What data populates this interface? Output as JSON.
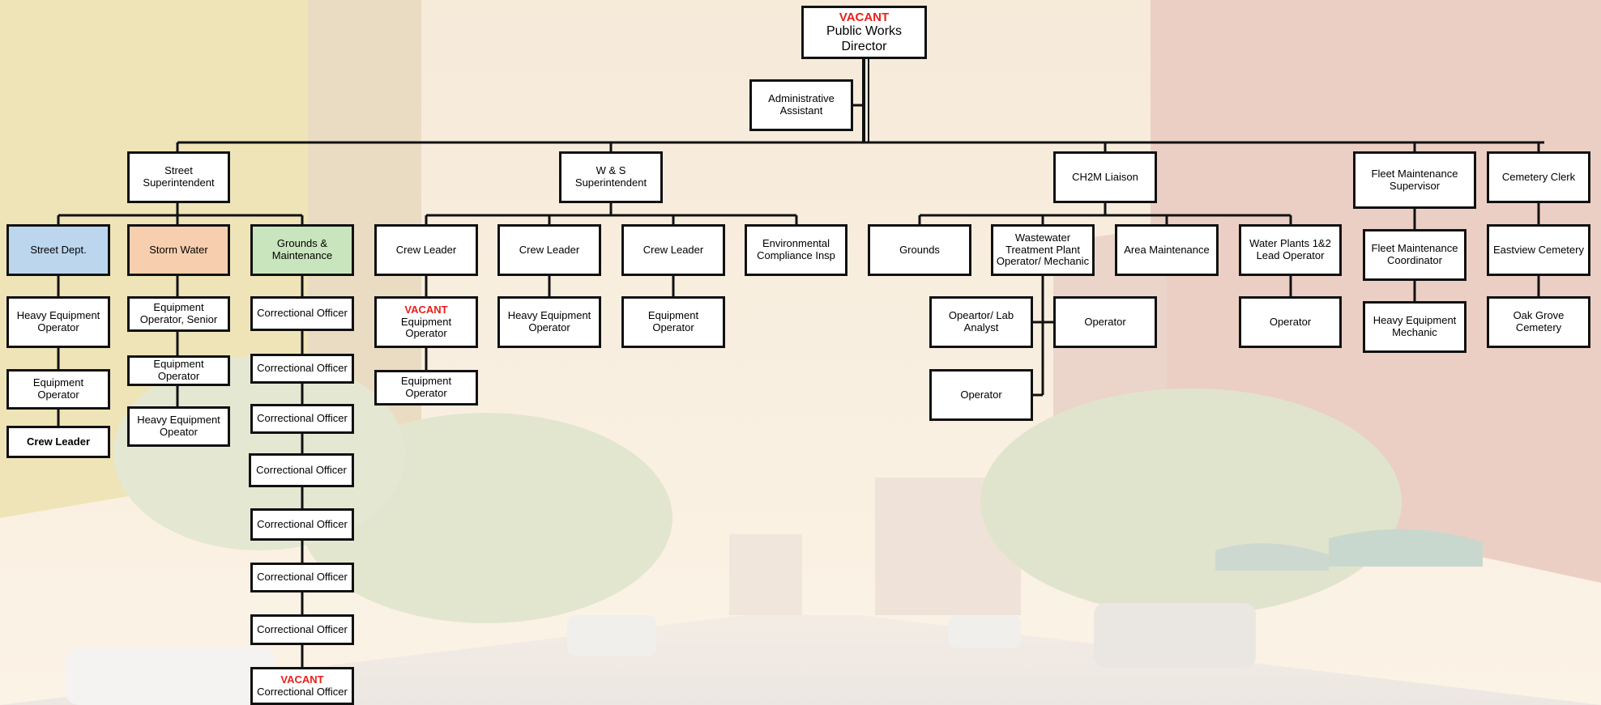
{
  "colors": {
    "street_dept": "#bcd6ee",
    "storm_water": "#f7cfae",
    "grounds": "#c9e5bd",
    "vacant": "#e8201b",
    "line": "#111111"
  },
  "nodes": {
    "director": {
      "status": "VACANT",
      "title": "Public Works Director"
    },
    "admin_assistant": {
      "title": "Administrative Assistant"
    },
    "street_superintendent": {
      "title": "Street Superintendent"
    },
    "ws_superintendent": {
      "title": "W & S Superintendent"
    },
    "ch2m_liaison": {
      "title": "CH2M Liaison"
    },
    "fleet_supervisor": {
      "title": "Fleet Maintenance Supervisor"
    },
    "cemetery_clerk": {
      "title": "Cemetery Clerk"
    },
    "street_dept": {
      "title": "Street Dept."
    },
    "storm_water": {
      "title": "Storm Water"
    },
    "grounds_maintenance": {
      "title": "Grounds & Maintenance"
    },
    "sd_heavy_eq_operator": {
      "title": "Heavy Equipment Operator"
    },
    "sd_equipment_operator": {
      "title": "Equipment Operator"
    },
    "sd_crew_leader": {
      "title": "Crew Leader"
    },
    "sw_eq_operator_senior": {
      "title": "Equipment Operator, Senior"
    },
    "sw_equipment_operator": {
      "title": "Equipment Operator"
    },
    "sw_heavy_eq_operator": {
      "title": "Heavy Equipment Opeator"
    },
    "co_1": {
      "title": "Correctional Officer"
    },
    "co_2": {
      "title": "Correctional Officer"
    },
    "co_3": {
      "title": "Correctional Officer"
    },
    "co_4": {
      "title": "Correctional Officer"
    },
    "co_5": {
      "title": "Correctional Officer"
    },
    "co_6": {
      "title": "Correctional Officer"
    },
    "co_7": {
      "title": "Correctional Officer"
    },
    "co_8": {
      "status": "VACANT",
      "title": "Correctional Officer"
    },
    "ws_crew_leader_1": {
      "title": "Crew Leader"
    },
    "ws_crew_leader_2": {
      "title": "Crew Leader"
    },
    "ws_crew_leader_3": {
      "title": "Crew Leader"
    },
    "env_compliance": {
      "title": "Environmental Compliance Insp"
    },
    "cl1_equipment_operator_vacant": {
      "status": "VACANT",
      "title": "Equipment Operator"
    },
    "cl1_equipment_operator": {
      "title": "Equipment Operator"
    },
    "cl2_heavy_eq_operator": {
      "title": "Heavy Equipment Operator"
    },
    "cl3_equipment_operator": {
      "title": "Equipment Operator"
    },
    "grounds": {
      "title": "Grounds"
    },
    "wastewater_operator": {
      "title": "Wastewater Treatment Plant Operator/ Mechanic"
    },
    "area_maintenance": {
      "title": "Area Maintenance"
    },
    "water_plants_lead": {
      "title": "Water Plants 1&2 Lead Operator"
    },
    "lab_analyst": {
      "title": "Opeartor/ Lab Analyst"
    },
    "ww_operator_1": {
      "title": "Operator"
    },
    "ww_operator_2": {
      "title": "Operator"
    },
    "wp_operator": {
      "title": "Operator"
    },
    "fleet_coordinator": {
      "title": "Fleet Maintenance Coordinator"
    },
    "fleet_heavy_eq_mechanic": {
      "title": "Heavy Equipment Mechanic"
    },
    "eastview_cemetery": {
      "title": "Eastview Cemetery"
    },
    "oak_grove_cemetery": {
      "title": "Oak Grove Cemetery"
    }
  }
}
